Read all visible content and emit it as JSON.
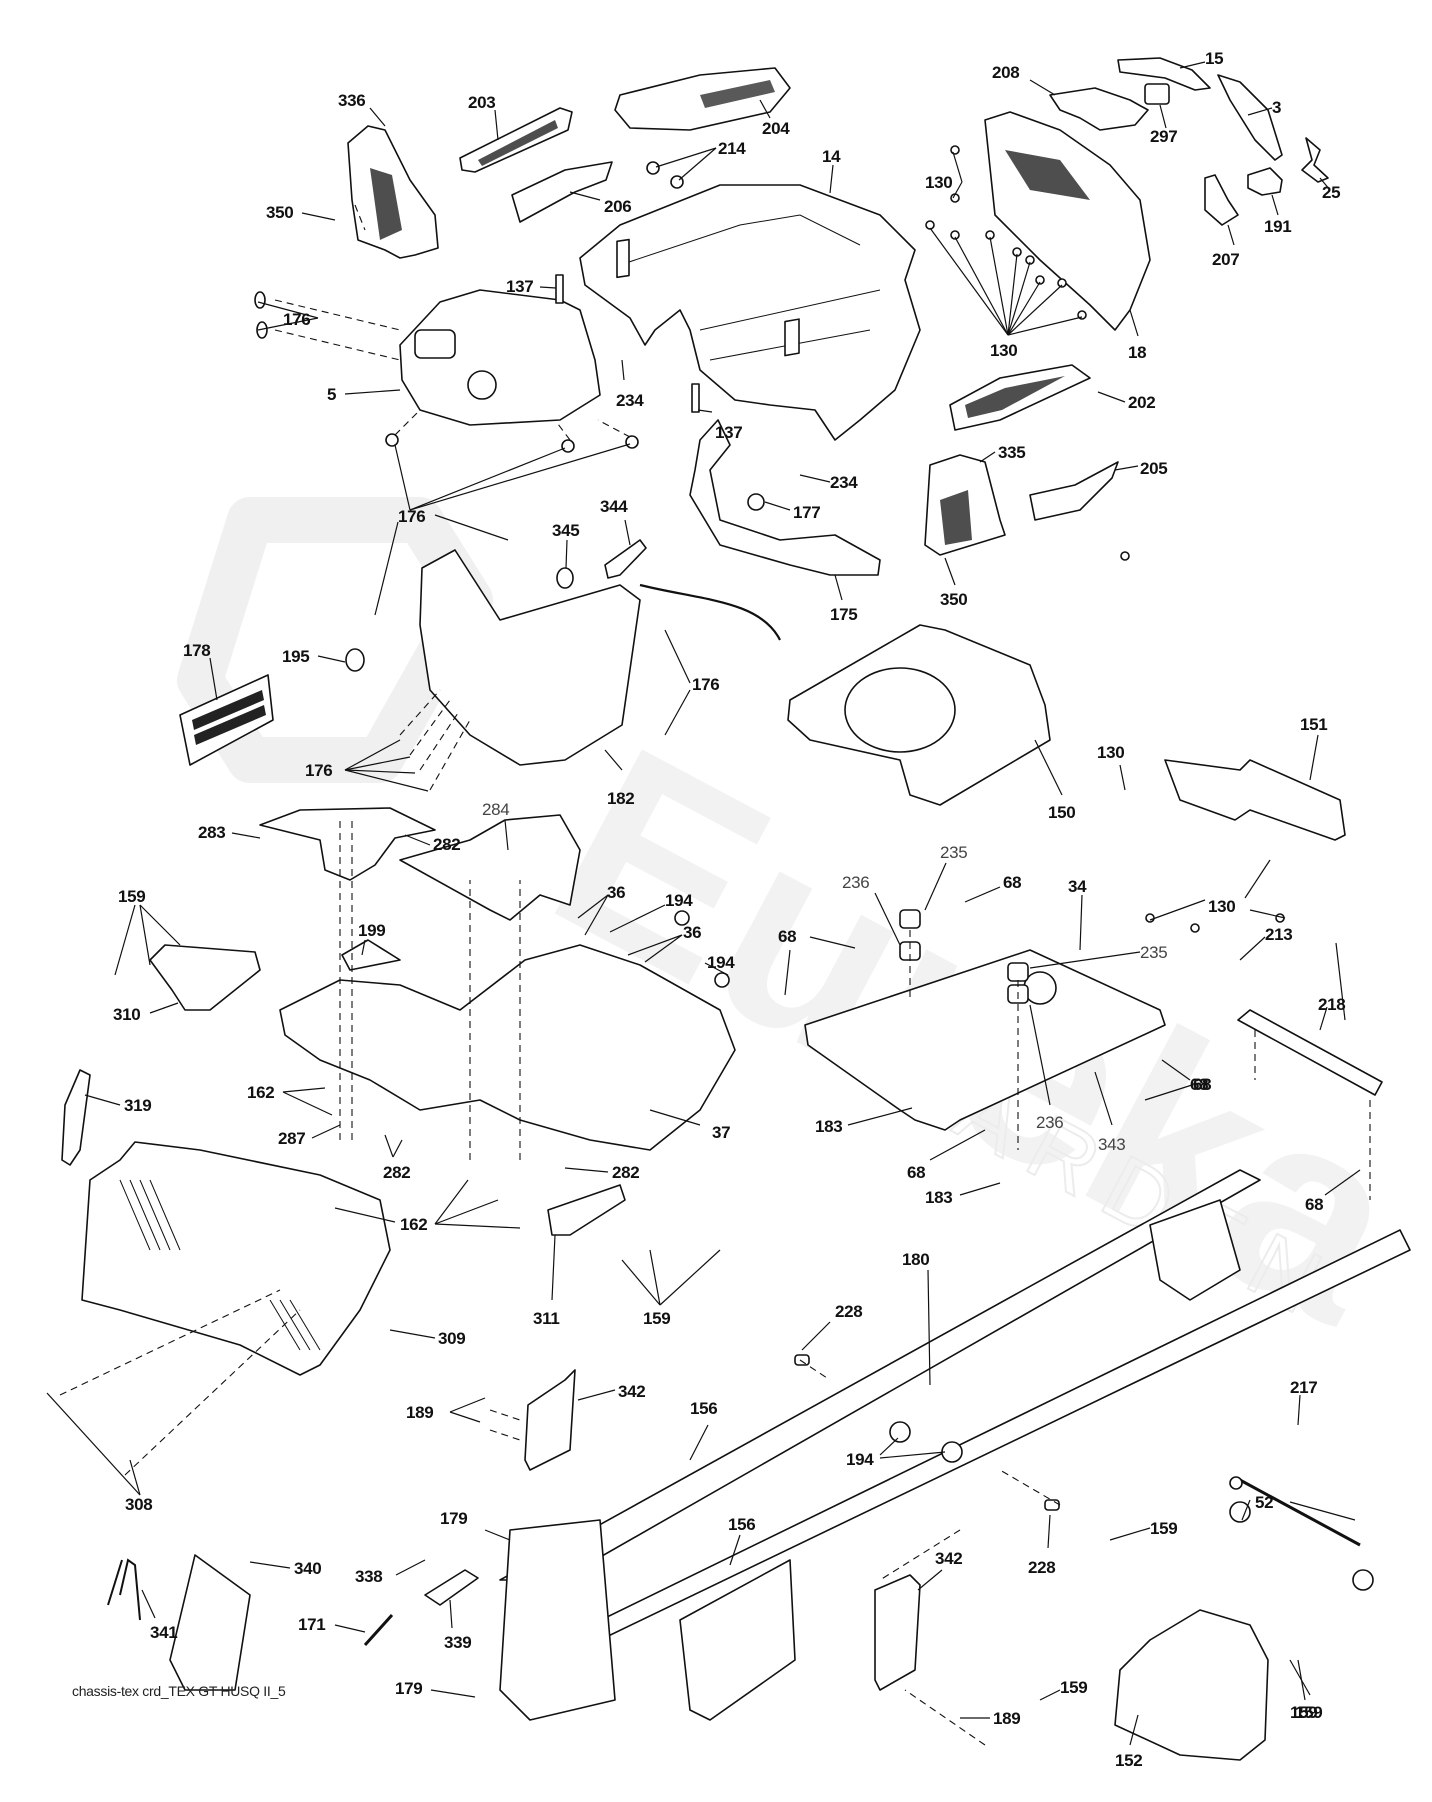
{
  "diagram": {
    "title": "chassis-tex crd_TEX GT HUSQ II_5",
    "watermark": {
      "brand": "Eureka",
      "sub": "GARDEN"
    },
    "colors": {
      "ink": "#111111",
      "background": "#ffffff",
      "watermark": "#f0f0f0"
    },
    "labels": [
      {
        "id": "336",
        "text": "336"
      },
      {
        "id": "203",
        "text": "203"
      },
      {
        "id": "204",
        "text": "204"
      },
      {
        "id": "214",
        "text": "214"
      },
      {
        "id": "206",
        "text": "206"
      },
      {
        "id": "14",
        "text": "14"
      },
      {
        "id": "350a",
        "text": "350"
      },
      {
        "id": "137a",
        "text": "137"
      },
      {
        "id": "176a",
        "text": "176"
      },
      {
        "id": "5",
        "text": "5"
      },
      {
        "id": "234a",
        "text": "234"
      },
      {
        "id": "137b",
        "text": "137"
      },
      {
        "id": "208",
        "text": "208"
      },
      {
        "id": "15",
        "text": "15"
      },
      {
        "id": "297",
        "text": "297"
      },
      {
        "id": "3",
        "text": "3"
      },
      {
        "id": "25",
        "text": "25"
      },
      {
        "id": "191",
        "text": "191"
      },
      {
        "id": "207",
        "text": "207"
      },
      {
        "id": "130a",
        "text": "130"
      },
      {
        "id": "130b",
        "text": "130"
      },
      {
        "id": "18",
        "text": "18"
      },
      {
        "id": "202",
        "text": "202"
      },
      {
        "id": "234b",
        "text": "234"
      },
      {
        "id": "335",
        "text": "335"
      },
      {
        "id": "205",
        "text": "205"
      },
      {
        "id": "177",
        "text": "177"
      },
      {
        "id": "344",
        "text": "344"
      },
      {
        "id": "345",
        "text": "345"
      },
      {
        "id": "175",
        "text": "175"
      },
      {
        "id": "350b",
        "text": "350"
      },
      {
        "id": "176b",
        "text": "176"
      },
      {
        "id": "178",
        "text": "178"
      },
      {
        "id": "195",
        "text": "195"
      },
      {
        "id": "176c",
        "text": "176"
      },
      {
        "id": "176d",
        "text": "176"
      },
      {
        "id": "182",
        "text": "182"
      },
      {
        "id": "150",
        "text": "150"
      },
      {
        "id": "151",
        "text": "151"
      },
      {
        "id": "130c",
        "text": "130"
      },
      {
        "id": "130d",
        "text": "130"
      },
      {
        "id": "283",
        "text": "283"
      },
      {
        "id": "284",
        "text": "284"
      },
      {
        "id": "282a",
        "text": "282"
      },
      {
        "id": "159a",
        "text": "159"
      },
      {
        "id": "36a",
        "text": "36"
      },
      {
        "id": "194a",
        "text": "194"
      },
      {
        "id": "36b",
        "text": "36"
      },
      {
        "id": "199",
        "text": "199"
      },
      {
        "id": "194b",
        "text": "194"
      },
      {
        "id": "310",
        "text": "310"
      },
      {
        "id": "235a",
        "text": "235"
      },
      {
        "id": "236a",
        "text": "236"
      },
      {
        "id": "68a",
        "text": "68"
      },
      {
        "id": "34",
        "text": "34"
      },
      {
        "id": "68b",
        "text": "68"
      },
      {
        "id": "235b",
        "text": "235"
      },
      {
        "id": "213",
        "text": "213"
      },
      {
        "id": "218",
        "text": "218"
      },
      {
        "id": "319",
        "text": "319"
      },
      {
        "id": "162a",
        "text": "162"
      },
      {
        "id": "287",
        "text": "287"
      },
      {
        "id": "37",
        "text": "37"
      },
      {
        "id": "282b",
        "text": "282"
      },
      {
        "id": "282c",
        "text": "282"
      },
      {
        "id": "162b",
        "text": "162"
      },
      {
        "id": "68c",
        "text": "68"
      },
      {
        "id": "236b",
        "text": "236"
      },
      {
        "id": "343",
        "text": "343"
      },
      {
        "id": "68d",
        "text": "68"
      },
      {
        "id": "183a",
        "text": "183"
      },
      {
        "id": "68e",
        "text": "68"
      },
      {
        "id": "183b",
        "text": "183"
      },
      {
        "id": "68f",
        "text": "68"
      },
      {
        "id": "180",
        "text": "180"
      },
      {
        "id": "311",
        "text": "311"
      },
      {
        "id": "159b",
        "text": "159"
      },
      {
        "id": "309",
        "text": "309"
      },
      {
        "id": "228a",
        "text": "228"
      },
      {
        "id": "217",
        "text": "217"
      },
      {
        "id": "342a",
        "text": "342"
      },
      {
        "id": "189a",
        "text": "189"
      },
      {
        "id": "156a",
        "text": "156"
      },
      {
        "id": "194c",
        "text": "194"
      },
      {
        "id": "52",
        "text": "52"
      },
      {
        "id": "308",
        "text": "308"
      },
      {
        "id": "179a",
        "text": "179"
      },
      {
        "id": "156b",
        "text": "156"
      },
      {
        "id": "228b",
        "text": "228"
      },
      {
        "id": "159c",
        "text": "159"
      },
      {
        "id": "338",
        "text": "338"
      },
      {
        "id": "340",
        "text": "340"
      },
      {
        "id": "342b",
        "text": "342"
      },
      {
        "id": "341",
        "text": "341"
      },
      {
        "id": "339",
        "text": "339"
      },
      {
        "id": "171",
        "text": "171"
      },
      {
        "id": "159d",
        "text": "159"
      },
      {
        "id": "179b",
        "text": "179"
      },
      {
        "id": "159e",
        "text": "159"
      },
      {
        "id": "189b",
        "text": "189"
      },
      {
        "id": "152",
        "text": "152"
      },
      {
        "id": "159f",
        "text": "159"
      }
    ]
  }
}
